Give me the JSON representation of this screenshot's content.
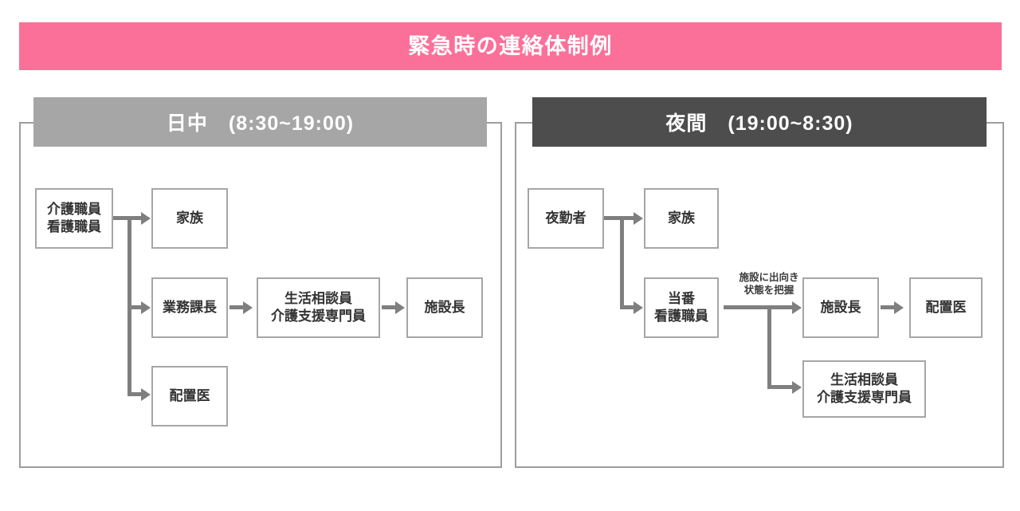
{
  "title": {
    "text": "緊急時の連絡体制例",
    "bg_color": "#fb7099",
    "text_color": "#ffffff"
  },
  "panels": [
    {
      "id": "daytime",
      "header": {
        "label": "日中　(8:30~19:00)",
        "bg_color": "#a6a6a6"
      },
      "nodes": [
        {
          "id": "staff",
          "label": "介護職員\n看護職員"
        },
        {
          "id": "family",
          "label": "家族"
        },
        {
          "id": "section-chief",
          "label": "業務課長"
        },
        {
          "id": "counselor",
          "label": "生活相談員\n介護支援専門員"
        },
        {
          "id": "director",
          "label": "施設長"
        },
        {
          "id": "doctor",
          "label": "配置医"
        }
      ],
      "edges": [
        {
          "from": "staff",
          "to": "family"
        },
        {
          "from": "staff",
          "to": "section-chief"
        },
        {
          "from": "staff",
          "to": "doctor"
        },
        {
          "from": "section-chief",
          "to": "counselor"
        },
        {
          "from": "counselor",
          "to": "director"
        }
      ]
    },
    {
      "id": "nighttime",
      "header": {
        "label": "夜間　(19:00~8:30)",
        "bg_color": "#4d4d4d"
      },
      "nodes": [
        {
          "id": "night-staff",
          "label": "夜勤者"
        },
        {
          "id": "family",
          "label": "家族"
        },
        {
          "id": "duty-nurse",
          "label": "当番\n看護職員"
        },
        {
          "id": "director",
          "label": "施設長"
        },
        {
          "id": "doctor",
          "label": "配置医"
        },
        {
          "id": "counselor",
          "label": "生活相談員\n介護支援専門員"
        }
      ],
      "edges": [
        {
          "from": "night-staff",
          "to": "family"
        },
        {
          "from": "night-staff",
          "to": "duty-nurse"
        },
        {
          "from": "duty-nurse",
          "to": "director",
          "note": "施設に出向き\n状態を把握"
        },
        {
          "from": "duty-nurse",
          "to": "counselor"
        },
        {
          "from": "director",
          "to": "doctor"
        }
      ],
      "annotation": "施設に出向き\n状態を把握"
    }
  ]
}
